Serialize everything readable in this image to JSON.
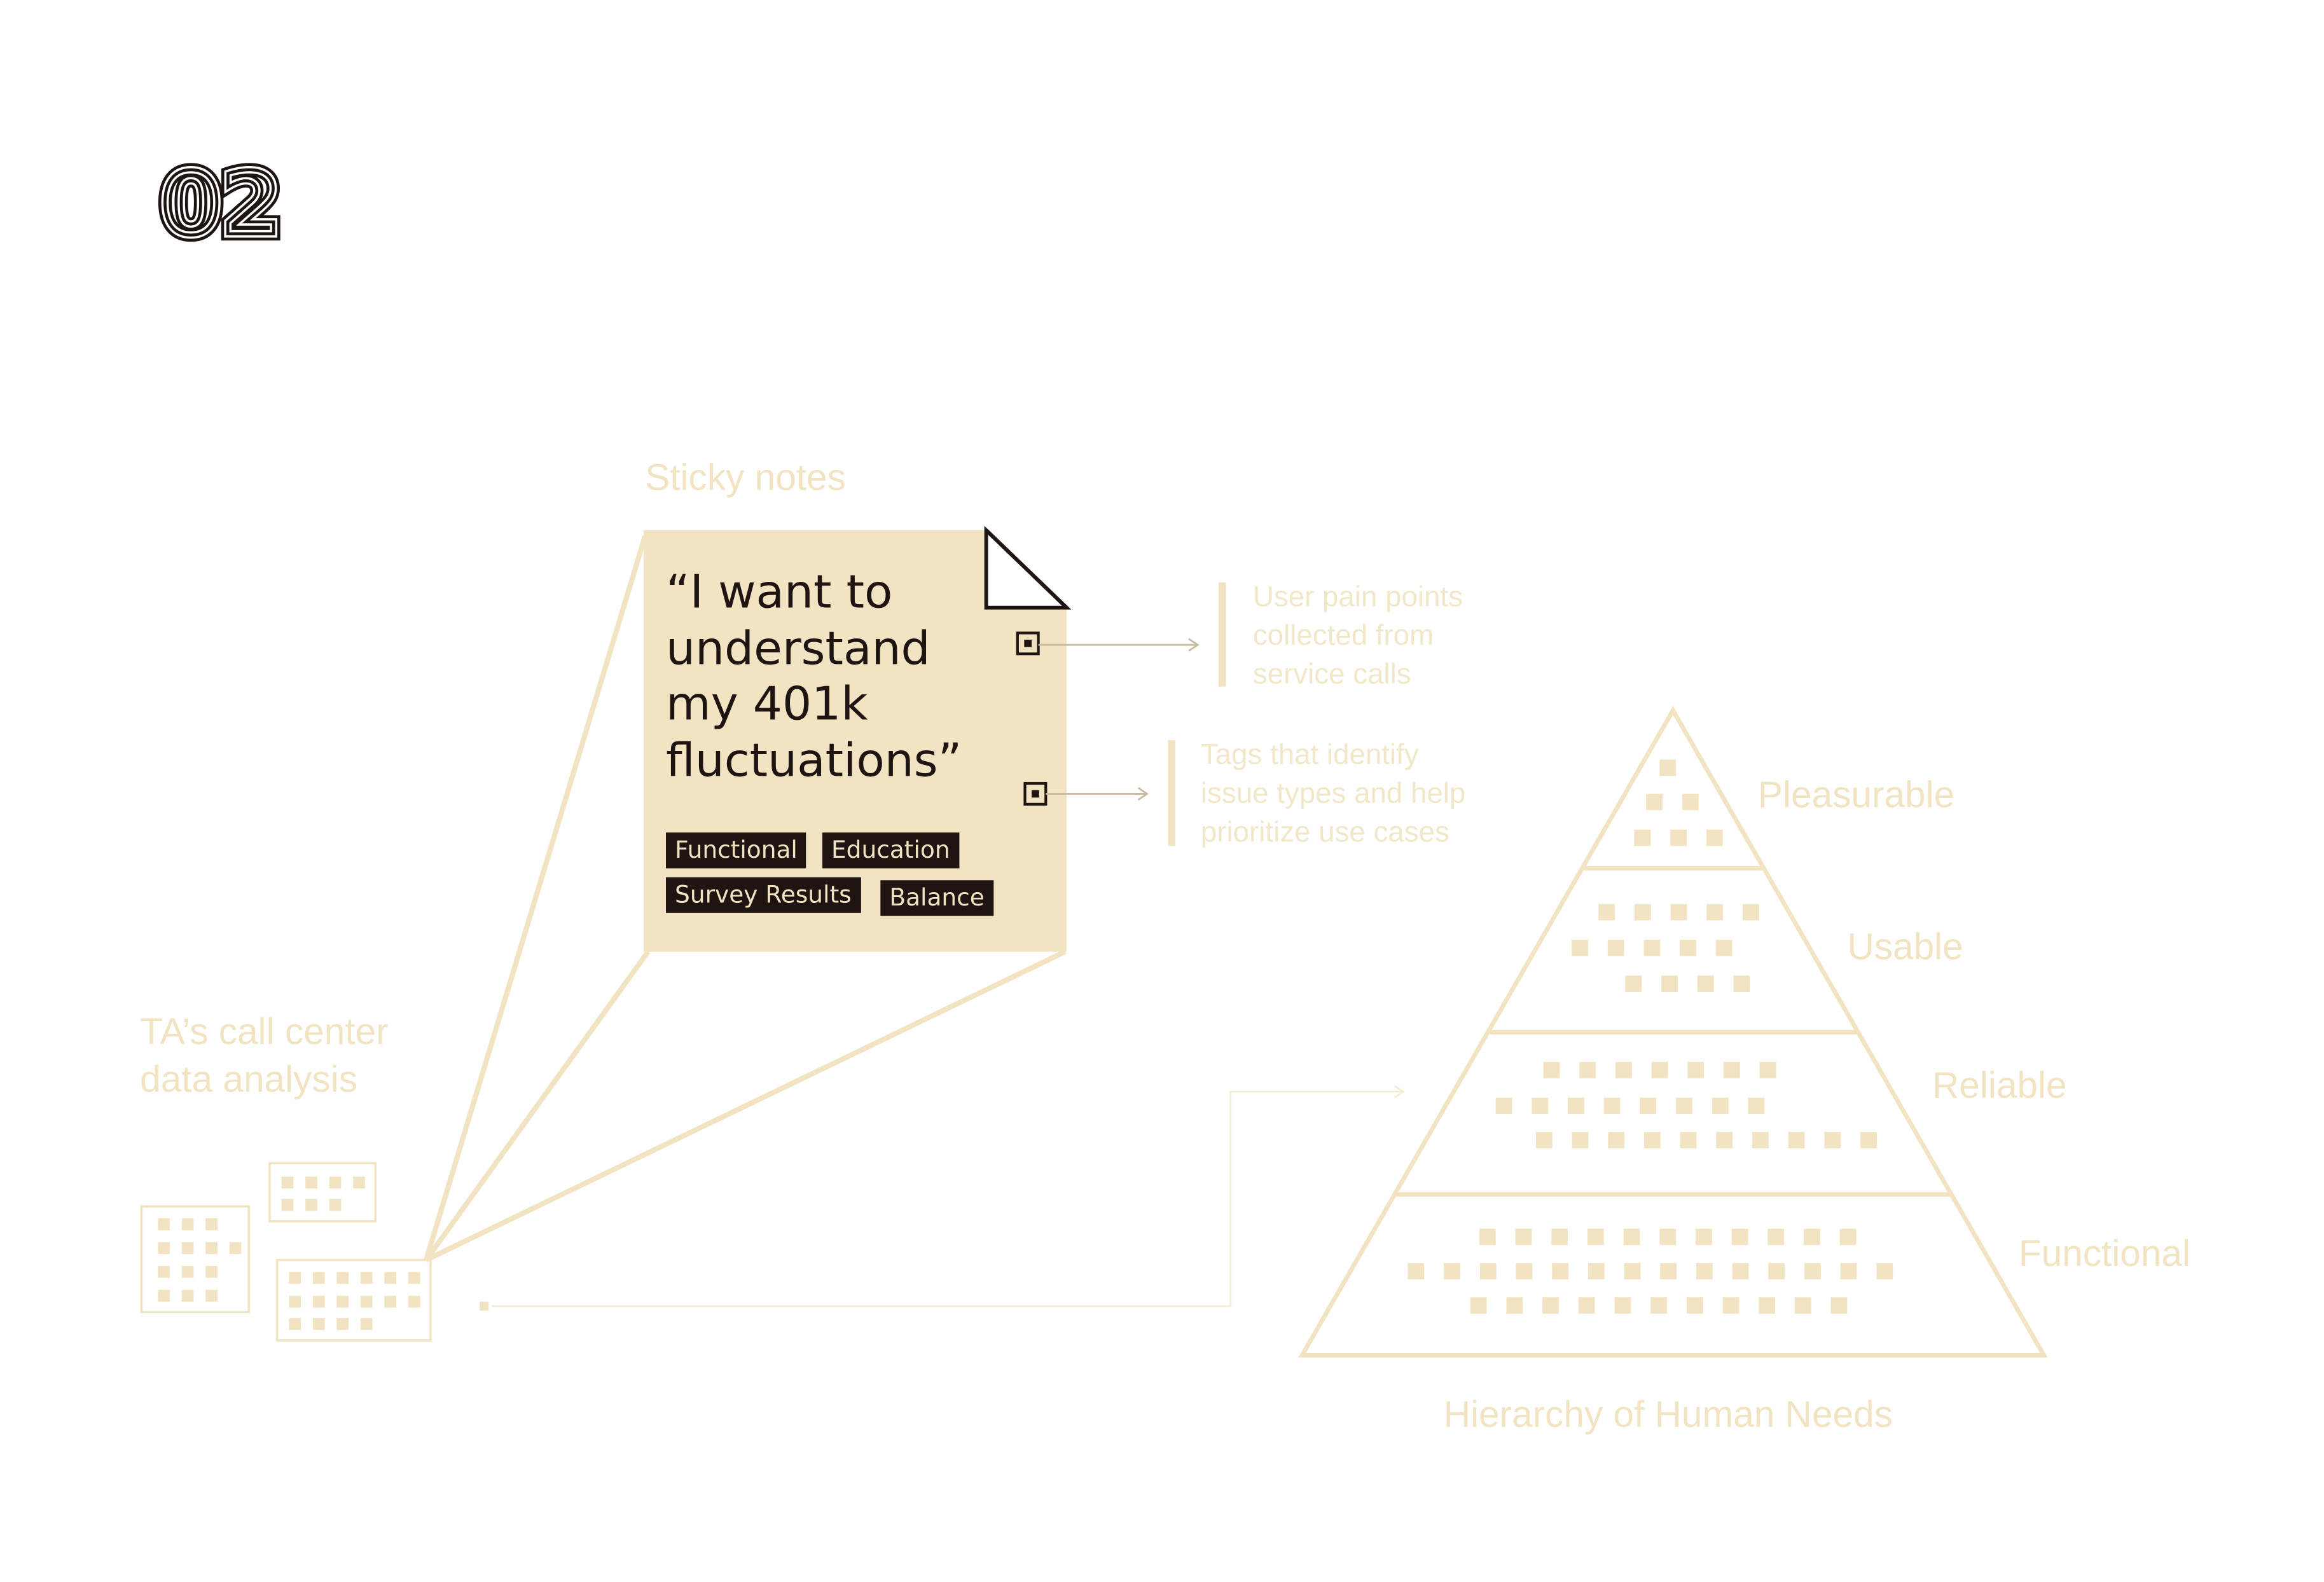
{
  "section_number": "02",
  "colors": {
    "accent": "#f2e4c2",
    "ink": "#1e1412",
    "background": "#ffffff"
  },
  "sticky_note": {
    "heading": "Sticky notes",
    "quote": "“I want to\nunderstand\nmy 401k\nfluctuations”",
    "tags": [
      "Functional",
      "Education",
      "Survey Results",
      "Balance"
    ]
  },
  "annotations": {
    "pain_points": "User pain points\ncollected from\nservice calls",
    "tags_info": "Tags that identify\nissue types and help\nprioritize use cases"
  },
  "call_center": {
    "label": "TA’s call center\ndata analysis"
  },
  "pyramid": {
    "title": "Hierarchy of Human Needs",
    "levels": [
      "Pleasurable",
      "Usable",
      "Reliable",
      "Functional"
    ]
  }
}
